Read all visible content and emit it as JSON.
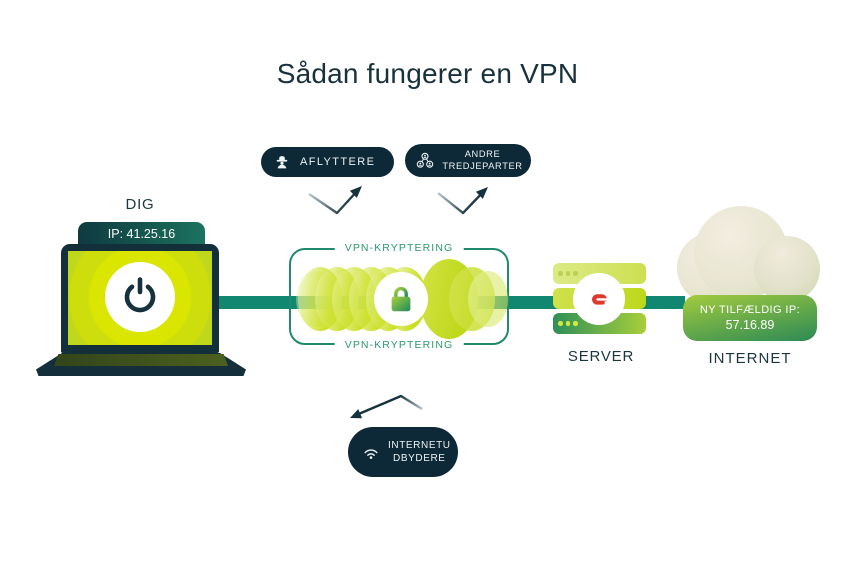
{
  "title": "Sådan fungerer en VPN",
  "device": {
    "label": "DIG",
    "ip_badge": "IP: 41.25.16"
  },
  "pills": {
    "eavesdroppers": {
      "label": "AFLYTTERE"
    },
    "third_parties": {
      "line1": "ANDRE",
      "line2": "TREDJEPARTER"
    },
    "isps": {
      "line1": "INTERNETU",
      "line2": "DBYDERE"
    }
  },
  "tunnel": {
    "top_label": "VPN-KRYPTERING",
    "bottom_label": "VPN-KRYPTERING"
  },
  "server": {
    "label": "SERVER"
  },
  "internet": {
    "label": "INTERNET",
    "new_ip_title": "NY TILFÆLDIG IP:",
    "new_ip_value": "57.16.89"
  },
  "colors": {
    "navy": "#17313d",
    "pill_navy": "#0d2836",
    "line_teal": "#118670",
    "tunnel_green": "#1f8b6c",
    "lime": "#c3db00",
    "logo_red": "#dc392f"
  }
}
